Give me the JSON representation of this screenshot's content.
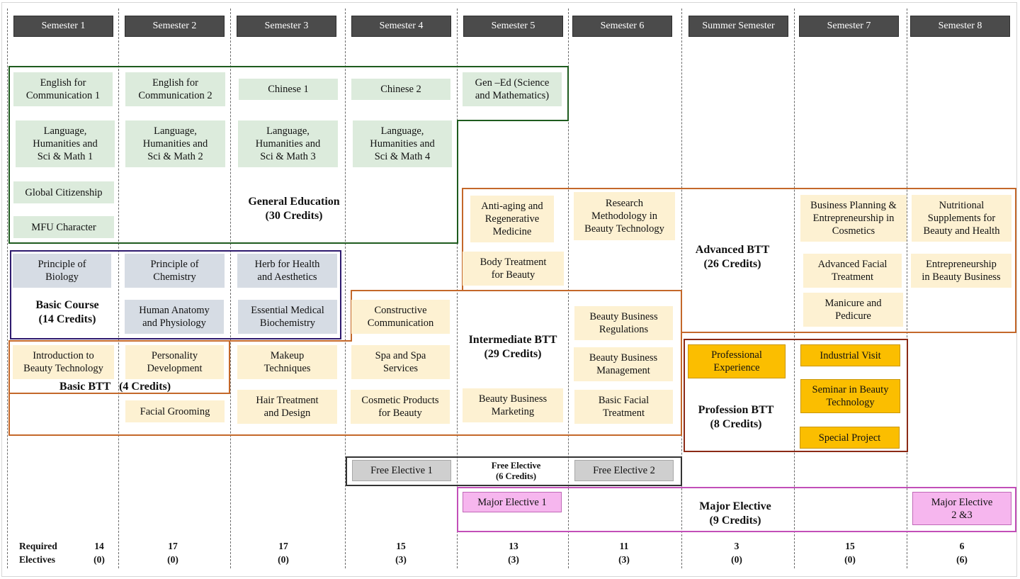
{
  "semesters": [
    "Semester 1",
    "Semester 2",
    "Semester 3",
    "Semester 4",
    "Semester 5",
    "Semester 6",
    "Summer Semester",
    "Semester 7",
    "Semester 8"
  ],
  "courses": {
    "english_1": "English for\nCommunication 1",
    "english_2": "English for\nCommunication 2",
    "chinese_1": "Chinese 1",
    "chinese_2": "Chinese 2",
    "gen_ed_sci_math": "Gen –Ed (Science\nand Mathematics)",
    "lang_hum_1": "Language,\nHumanities and\nSci & Math 1",
    "lang_hum_2": "Language,\nHumanities and\nSci & Math 2",
    "lang_hum_3": "Language,\nHumanities and\nSci & Math 3",
    "lang_hum_4": "Language,\nHumanities and\nSci & Math 4",
    "global_citizenship": "Global Citizenship",
    "mfu_character": "MFU Character",
    "principle_biology": "Principle of\nBiology",
    "principle_chemistry": "Principle of\nChemistry",
    "herb_health": "Herb for Health\nand Aesthetics",
    "human_anatomy": "Human Anatomy\nand Physiology",
    "essential_biochem": "Essential Medical\nBiochemistry",
    "intro_beauty_tech": "Introduction to\nBeauty Technology",
    "personality_dev": "Personality\nDevelopment",
    "facial_grooming": "Facial Grooming",
    "makeup_techniques": "Makeup\nTechniques",
    "hair_treatment": "Hair Treatment\nand Design",
    "constructive_comm": "Constructive\nCommunication",
    "spa_services": "Spa and Spa\nServices",
    "cosmetic_products": "Cosmetic Products\nfor Beauty",
    "anti_aging": "Anti-aging and\nRegenerative\nMedicine",
    "body_treatment": "Body Treatment\nfor Beauty",
    "beauty_marketing": "Beauty Business\nMarketing",
    "research_methodology": "Research\nMethodology in\nBeauty Technology",
    "beauty_regulations": "Beauty Business\nRegulations",
    "beauty_management": "Beauty Business\nManagement",
    "basic_facial": "Basic Facial\nTreatment",
    "professional_experience": "Professional\nExperience",
    "business_planning": "Business Planning &\nEntrepreneurship in\nCosmetics",
    "advanced_facial": "Advanced Facial\nTreatment",
    "manicure_pedicure": "Manicure and\nPedicure",
    "industrial_visit": "Industrial Visit",
    "seminar_beauty": "Seminar in Beauty\nTechnology",
    "special_project": "Special Project",
    "nutritional_supplements": "Nutritional\nSupplements for\nBeauty and Health",
    "entrepreneurship_beauty": "Entrepreneurship\nin Beauty Business",
    "free_elective_1": "Free Elective 1",
    "free_elective_2": "Free Elective 2",
    "major_elective_1": "Major Elective 1",
    "major_elective_23": "Major Elective\n2 &3"
  },
  "groups": {
    "general_education": "General Education\n(30 Credits)",
    "basic_course": "Basic Course\n(14 Credits)",
    "basic_btt": "Basic BTT   (4 Credits)",
    "intermediate_btt": "Intermediate BTT\n(29 Credits)",
    "advanced_btt": "Advanced BTT\n(26 Credits)",
    "profession_btt": "Profession BTT\n(8 Credits)",
    "free_elective": "Free Elective\n(6 Credits)",
    "major_elective": "Major Elective\n(9 Credits)"
  },
  "totals": {
    "label_required": "Required",
    "label_electives": "Electives",
    "required": [
      "14",
      "17",
      "17",
      "15",
      "13",
      "11",
      "3",
      "15",
      "6"
    ],
    "electives": [
      "(0)",
      "(0)",
      "(0)",
      "(3)",
      "(3)",
      "(3)",
      "(0)",
      "(0)",
      "(6)"
    ]
  },
  "colors": {
    "header_bg": "#4b4b4b",
    "general_education_border": "#1e5b1e",
    "basic_course_border": "#2e1a6e",
    "btt_border": "#c4682a",
    "profession_border": "#8b2a16",
    "free_elective_border": "#333333",
    "major_elective_border": "#c24fb8"
  }
}
